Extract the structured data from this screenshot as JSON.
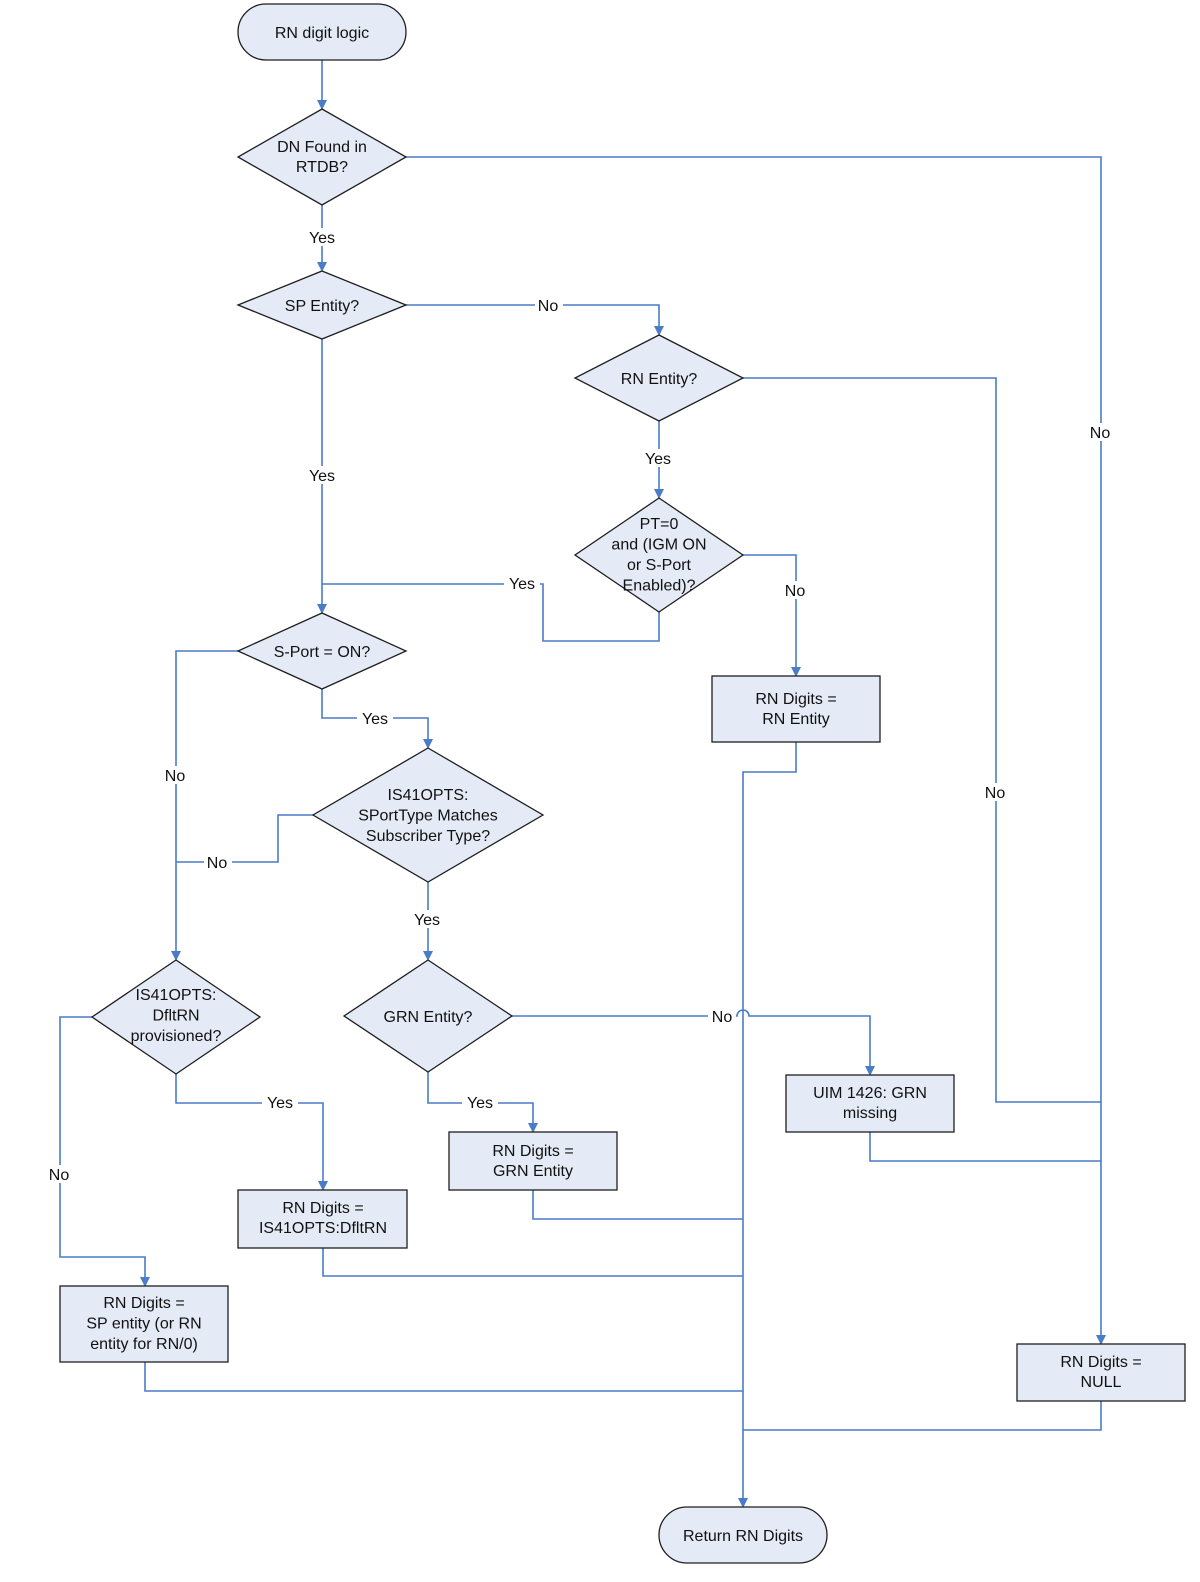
{
  "colors": {
    "fill": "#e4ebf6",
    "connector": "#4a7cc7",
    "outline": "#1e1e1e"
  },
  "nodes": {
    "start": [
      "RN digit logic"
    ],
    "dn_found": [
      "DN Found in",
      "RTDB?"
    ],
    "sp_entity": [
      "SP Entity?"
    ],
    "rn_entity": [
      "RN Entity?"
    ],
    "pt_check": [
      "PT=0",
      "and (IGM ON",
      "or  S-Port",
      "Enabled)?"
    ],
    "rn_digits_rn": [
      "RN Digits =",
      "RN Entity"
    ],
    "sport_on": [
      "S-Port = ON?"
    ],
    "sporttype": [
      "IS41OPTS:",
      "SPortType Matches",
      "Subscriber Type?"
    ],
    "grn_entity": [
      "GRN Entity?"
    ],
    "uim": [
      "UIM 1426: GRN",
      "missing"
    ],
    "rn_digits_grn": [
      "RN Digits =",
      "GRN Entity"
    ],
    "dfltrn_prov": [
      "IS41OPTS:",
      "DfltRN",
      "provisioned?"
    ],
    "rn_digits_dflt": [
      "RN Digits =",
      "IS41OPTS:DfltRN"
    ],
    "rn_digits_sp": [
      "RN Digits =",
      "SP entity (or RN",
      "entity for RN/0)"
    ],
    "rn_digits_null": [
      "RN Digits =",
      "NULL"
    ],
    "end": [
      "Return RN Digits"
    ]
  },
  "labels": {
    "dn_yes": "Yes",
    "dn_no": "No",
    "sp_no": "No",
    "sp_yes": "Yes",
    "rn_yes": "Yes",
    "rn_no": "No",
    "pt_yes": "Yes",
    "pt_no": "No",
    "sport_no": "No",
    "sport_yes": "Yes",
    "type_no": "No",
    "type_yes": "Yes",
    "grn_no": "No",
    "grn_yes": "Yes",
    "dflt_no": "No",
    "dflt_yes": "Yes"
  }
}
